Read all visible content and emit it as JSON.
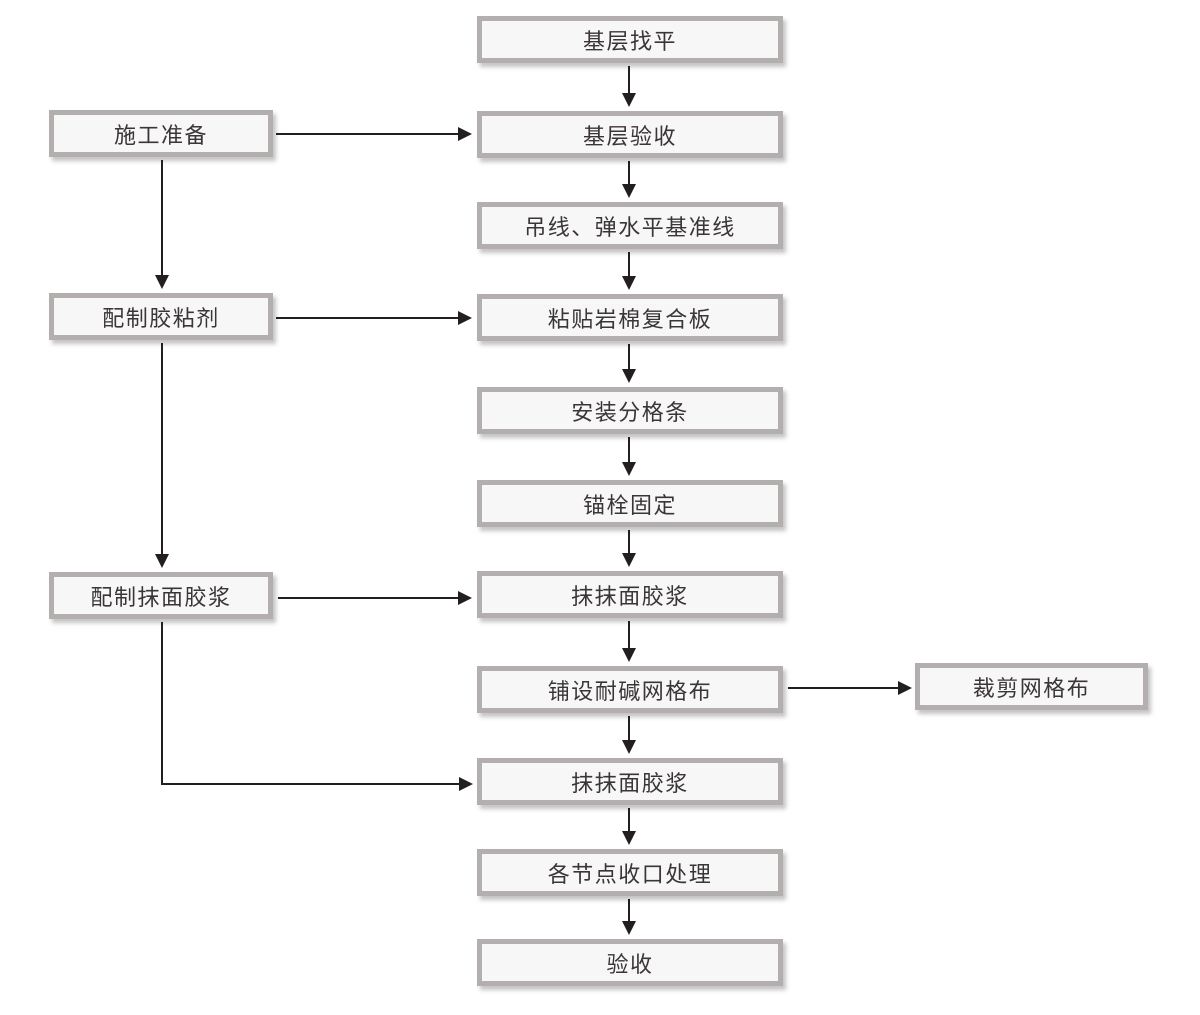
{
  "flowchart": {
    "main_column": [
      {
        "id": "base_leveling",
        "label": "基层找平"
      },
      {
        "id": "base_acceptance",
        "label": "基层验收"
      },
      {
        "id": "hang_line",
        "label": "吊线、弹水平基准线"
      },
      {
        "id": "paste_panel",
        "label": "粘贴岩棉复合板"
      },
      {
        "id": "install_strips",
        "label": "安装分格条"
      },
      {
        "id": "anchor_fix",
        "label": "锚栓固定"
      },
      {
        "id": "mortar_1",
        "label": "抹抹面胶浆"
      },
      {
        "id": "lay_mesh",
        "label": "铺设耐碱网格布"
      },
      {
        "id": "mortar_2",
        "label": "抹抹面胶浆"
      },
      {
        "id": "node_sealing",
        "label": "各节点收口处理"
      },
      {
        "id": "acceptance",
        "label": "验收"
      }
    ],
    "left_column": [
      {
        "id": "construction_prep",
        "label": "施工准备"
      },
      {
        "id": "prepare_adhesive",
        "label": "配制胶粘剂"
      },
      {
        "id": "prepare_surface_mortar",
        "label": "配制抹面胶浆"
      }
    ],
    "right_column": [
      {
        "id": "cut_mesh",
        "label": "裁剪网格布"
      }
    ],
    "edges": [
      {
        "from": "base_leveling",
        "to": "base_acceptance"
      },
      {
        "from": "base_acceptance",
        "to": "hang_line"
      },
      {
        "from": "hang_line",
        "to": "paste_panel"
      },
      {
        "from": "paste_panel",
        "to": "install_strips"
      },
      {
        "from": "install_strips",
        "to": "anchor_fix"
      },
      {
        "from": "anchor_fix",
        "to": "mortar_1"
      },
      {
        "from": "mortar_1",
        "to": "lay_mesh"
      },
      {
        "from": "lay_mesh",
        "to": "mortar_2"
      },
      {
        "from": "mortar_2",
        "to": "node_sealing"
      },
      {
        "from": "node_sealing",
        "to": "acceptance"
      },
      {
        "from": "construction_prep",
        "to": "base_acceptance"
      },
      {
        "from": "construction_prep",
        "to": "prepare_adhesive"
      },
      {
        "from": "prepare_adhesive",
        "to": "paste_panel"
      },
      {
        "from": "prepare_adhesive",
        "to": "prepare_surface_mortar"
      },
      {
        "from": "prepare_surface_mortar",
        "to": "mortar_1"
      },
      {
        "from": "prepare_surface_mortar",
        "to": "mortar_2"
      },
      {
        "from": "lay_mesh",
        "to": "cut_mesh"
      }
    ],
    "colors": {
      "background": "#ffffff",
      "box_fill": "#f8f7f7",
      "box_border": "#b3afaf",
      "box_shadow": "rgba(90,85,85,0.35)",
      "text": "#3a3538",
      "arrow": "#231f20"
    }
  }
}
